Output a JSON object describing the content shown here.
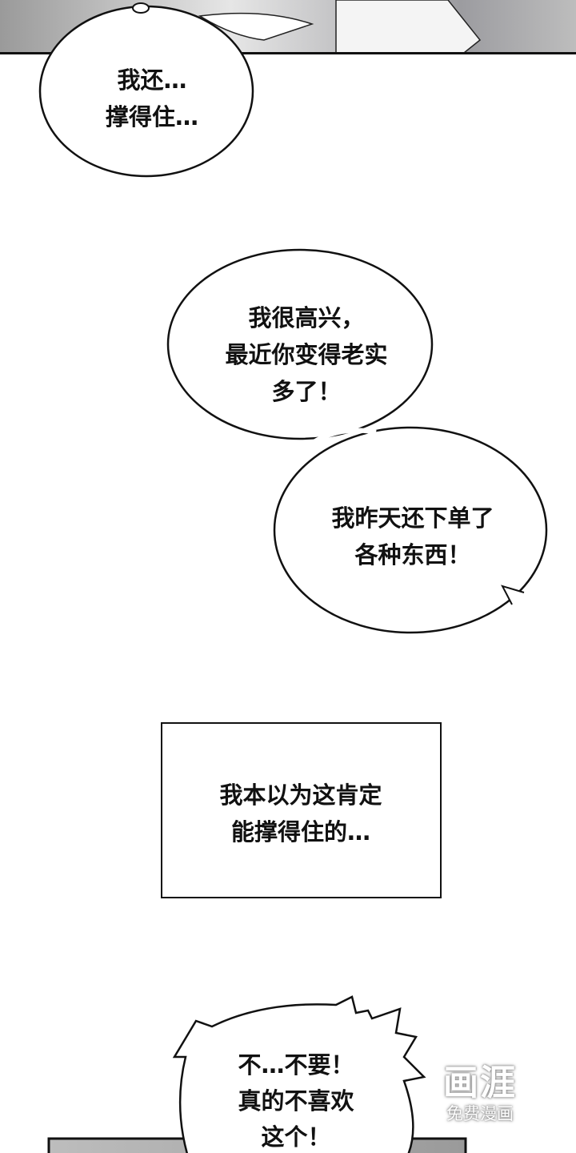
{
  "bubbles": [
    {
      "lines": [
        "我还…",
        "撑得住…"
      ]
    },
    {
      "lines": [
        "我很高兴，",
        "最近你变得老实",
        "多了！"
      ]
    },
    {
      "lines": [
        "我昨天还下单了",
        "各种东西！"
      ]
    },
    {
      "lines": [
        "不…不要！",
        "真的不喜欢",
        "这个！"
      ]
    }
  ],
  "narration_box": {
    "lines": [
      "我本以为这肯定",
      "能撑得住的…"
    ]
  },
  "watermark": {
    "logo": "画涯",
    "subtitle": "免费漫画"
  }
}
